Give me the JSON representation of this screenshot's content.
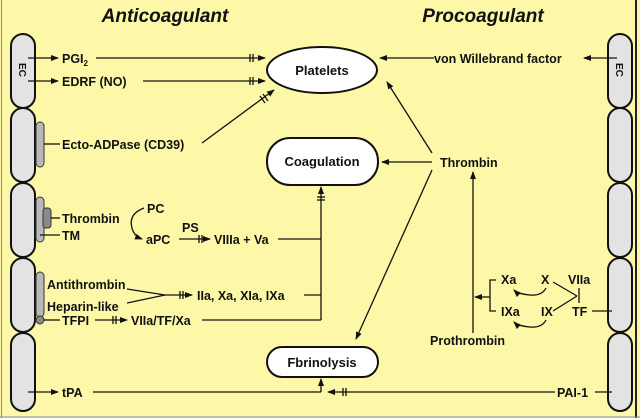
{
  "colors": {
    "background": "#fdf8a8",
    "cell_fill": "#e3e3e3",
    "receptor_fill": "#b9b9b9",
    "receptor_dark_fill": "#8a8a8a",
    "node_fill": "#ffffff",
    "line": "#111111"
  },
  "headers": {
    "left": "Anticoagulant",
    "right": "Procoagulant"
  },
  "cells": {
    "left_label": "EC",
    "right_label": "EC"
  },
  "nodes": {
    "platelets": "Platelets",
    "coagulation": "Coagulation",
    "fibrinolysis": "Fbrinolysis"
  },
  "anticoagulant": {
    "pgi2_base": "PGI",
    "pgi2_sub": "2",
    "edrf": "EDRF (NO)",
    "ecto_adpase": "Ecto-ADPase (CD39)",
    "thrombin": "Thrombin",
    "tm": "TM",
    "pc": "PC",
    "apc": "aPC",
    "ps": "PS",
    "viiia_va": "VIIIa + Va",
    "antithrombin": "Antithrombin",
    "heparin_like": "Heparin-like",
    "factors_inhibited": "IIa, Xa, XIa, IXa",
    "tfpi": "TFPI",
    "viia_tf_xa": "VIIa/TF/Xa",
    "tpa": "tPA"
  },
  "procoagulant": {
    "vwf": "von Willebrand factor",
    "thrombin": "Thrombin",
    "prothrombin": "Prothrombin",
    "xa": "Xa",
    "x": "X",
    "viia": "VIIa",
    "ixa": "IXa",
    "ix": "IX",
    "tf": "TF",
    "pai1": "PAI-1"
  }
}
